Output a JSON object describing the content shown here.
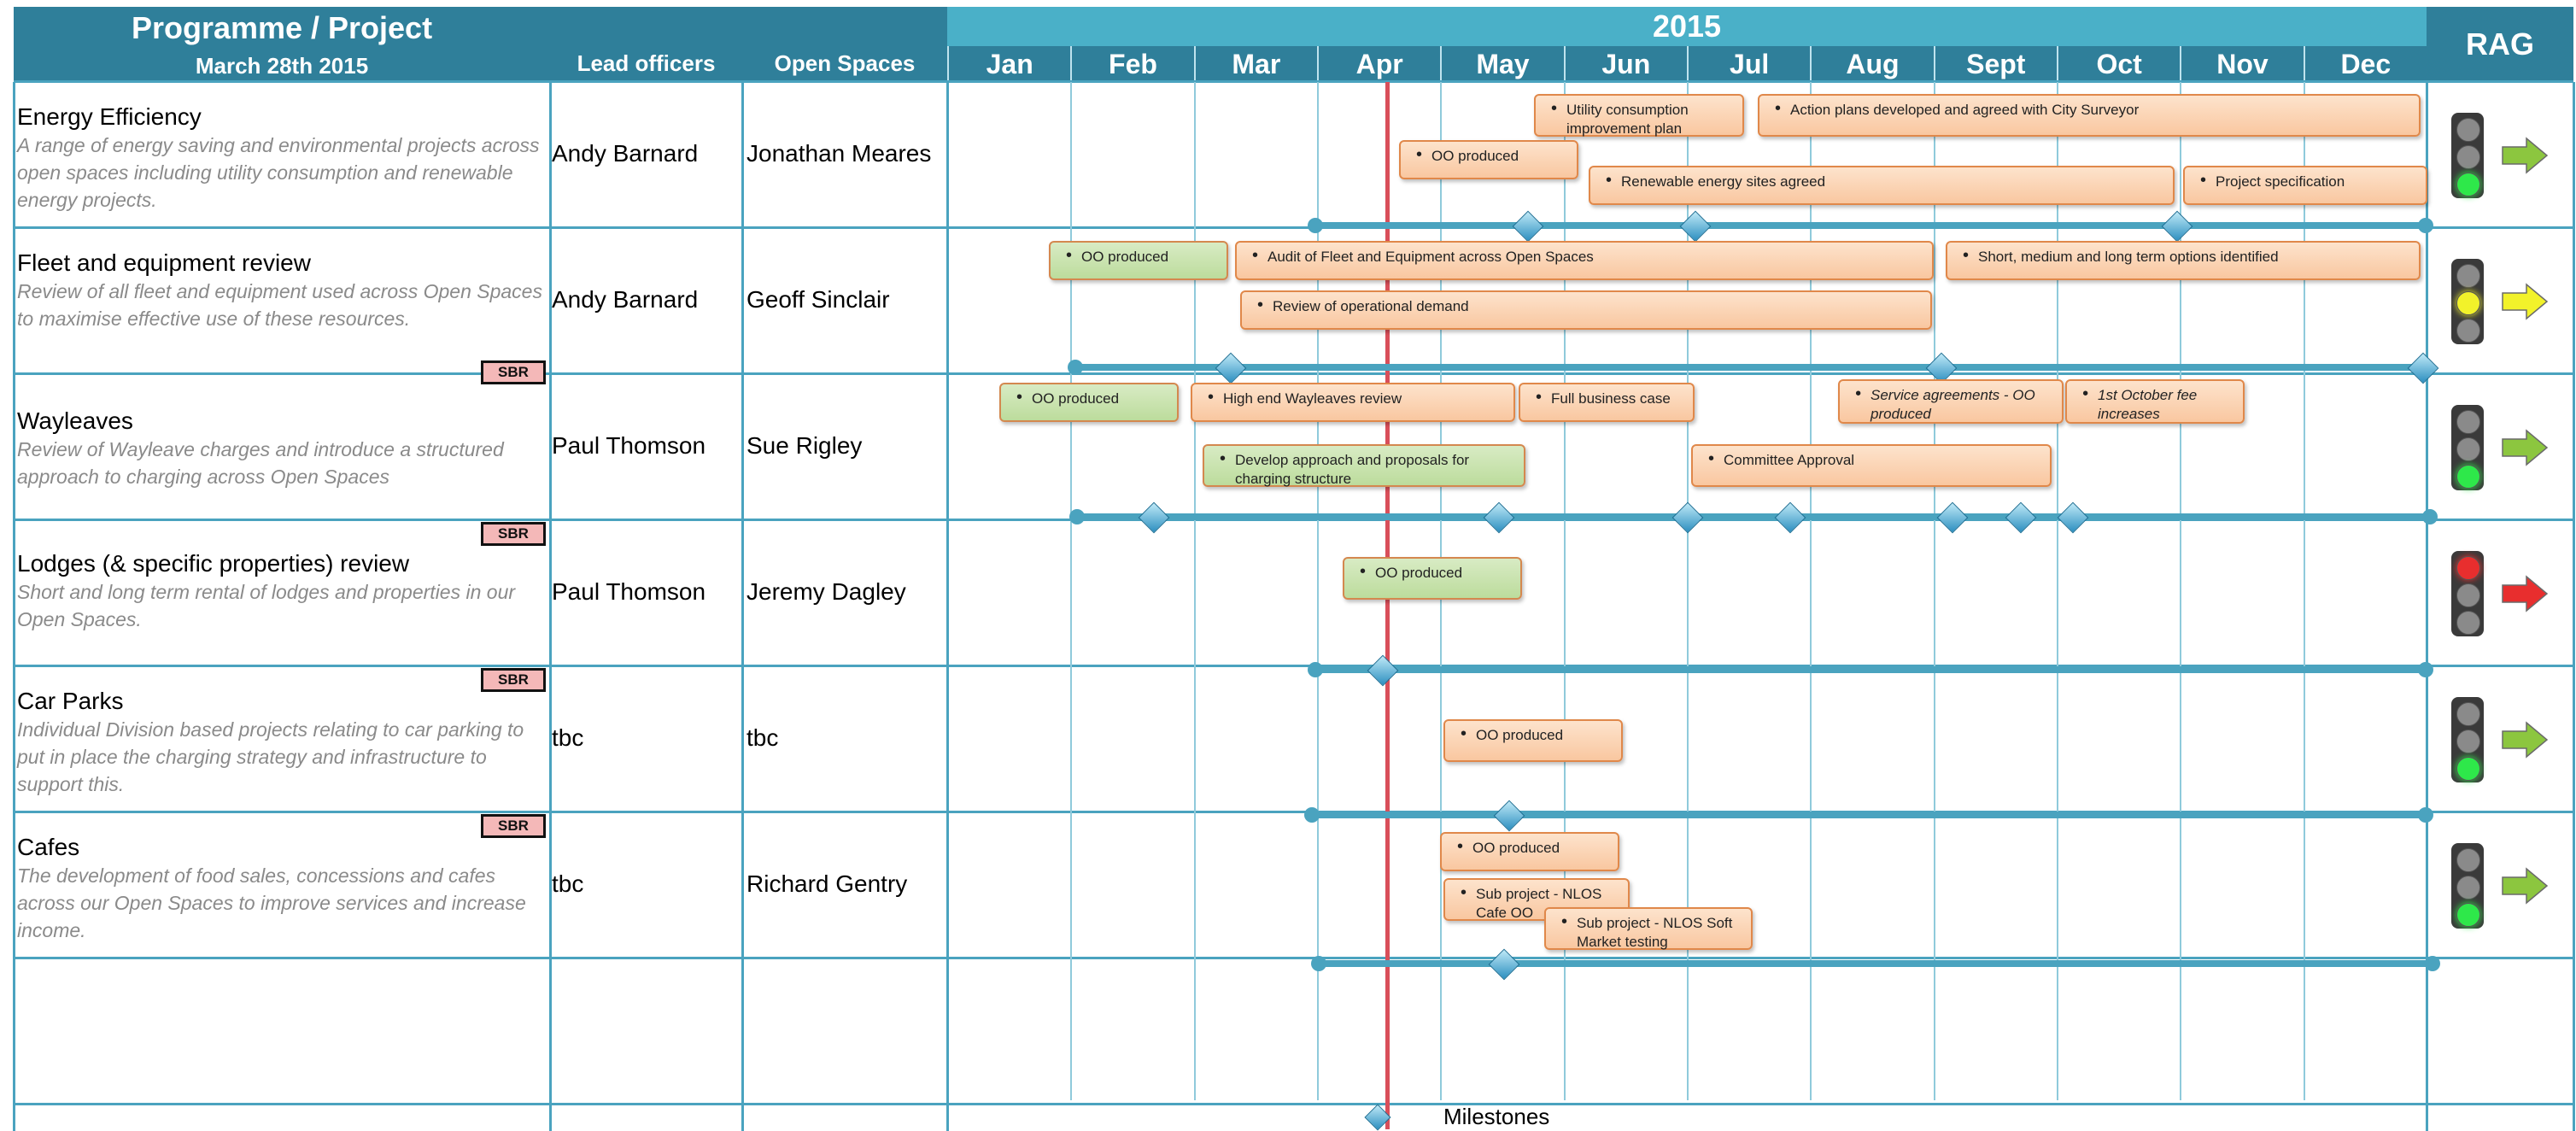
{
  "header": {
    "programme_title": "Programme / Project",
    "date_label": "March 28th 2015",
    "lead_officers_label": "Lead officers",
    "open_spaces_label": "Open Spaces",
    "year": "2015",
    "rag_label": "RAG",
    "months": [
      "Jan",
      "Feb",
      "Mar",
      "Apr",
      "May",
      "Jun",
      "Jul",
      "Aug",
      "Sept",
      "Oct",
      "Nov",
      "Dec"
    ]
  },
  "projects": [
    {
      "title": "Energy Efficiency",
      "description": "A range of energy saving and environmental projects across open spaces including utility consumption and renewable energy projects.",
      "lead_officer": "Andy Barnard",
      "open_spaces": "Jonathan Meares",
      "sbr": "",
      "rag": "green",
      "tasks": [
        {
          "label": "Utility consumption improvement plan",
          "color": "orange"
        },
        {
          "label": "Action plans developed and agreed with City Surveyor",
          "color": "orange"
        },
        {
          "label": "OO produced",
          "color": "orange"
        },
        {
          "label": "Renewable energy sites agreed",
          "color": "orange"
        },
        {
          "label": "Project specification",
          "color": "orange"
        }
      ]
    },
    {
      "title": "Fleet and equipment review",
      "description": "Review of all fleet and equipment used across Open Spaces to maximise effective use of these resources.",
      "lead_officer": "Andy Barnard",
      "open_spaces": "Geoff Sinclair",
      "sbr": "",
      "rag": "amber",
      "tasks": [
        {
          "label": "OO produced",
          "color": "green"
        },
        {
          "label": "Audit of Fleet and Equipment across Open Spaces",
          "color": "orange"
        },
        {
          "label": "Short, medium and long term options identified",
          "color": "orange"
        },
        {
          "label": "Review of operational demand",
          "color": "orange"
        }
      ]
    },
    {
      "title": "Wayleaves",
      "description": "Review of Wayleave charges and introduce a structured approach to charging across Open Spaces",
      "lead_officer": "Paul Thomson",
      "open_spaces": "Sue Rigley",
      "sbr": "SBR",
      "rag": "green",
      "tasks": [
        {
          "label": "OO produced",
          "color": "green"
        },
        {
          "label": "High end Wayleaves review",
          "color": "orange"
        },
        {
          "label": "Full business case",
          "color": "orange"
        },
        {
          "label": "Service agreements - OO produced",
          "color": "orange"
        },
        {
          "label": "1st October fee increases",
          "color": "orange"
        },
        {
          "label": "Develop approach and proposals for charging structure",
          "color": "green"
        },
        {
          "label": "Committee Approval",
          "color": "orange"
        }
      ]
    },
    {
      "title": "Lodges (& specific properties) review",
      "description": "Short and long term rental of lodges and properties in our Open Spaces.",
      "lead_officer": "Paul Thomson",
      "open_spaces": "Jeremy Dagley",
      "sbr": "SBR",
      "rag": "red",
      "tasks": [
        {
          "label": "OO produced",
          "color": "green"
        }
      ]
    },
    {
      "title": "Car Parks",
      "description": "Individual Division based projects relating to car parking to put in place the charging strategy and infrastructure to support this.",
      "lead_officer": "tbc",
      "open_spaces": "tbc",
      "sbr": "SBR",
      "rag": "green",
      "tasks": [
        {
          "label": "OO produced",
          "color": "orange"
        }
      ]
    },
    {
      "title": "Cafes",
      "description": "The development of food sales, concessions and cafes across our Open Spaces to improve services and increase income.",
      "lead_officer": "tbc",
      "open_spaces": "Richard Gentry",
      "sbr": "SBR",
      "rag": "green",
      "tasks": [
        {
          "label": "OO produced",
          "color": "orange"
        },
        {
          "label": "Sub project - NLOS Cafe OO",
          "color": "orange"
        },
        {
          "label": "Sub project - NLOS Soft Market testing",
          "color": "orange"
        }
      ]
    }
  ],
  "legend": {
    "milestones_label": "Milestones"
  },
  "colors": {
    "header_dark": "#2f7f9a",
    "header_light": "#4ab0c8",
    "grid": "#4aa3bf",
    "today_line": "#d94f5a",
    "task_orange": "#f9c7a0",
    "task_green": "#bcdc9c",
    "rag_green": "#2ee84a",
    "rag_amber": "#f2f22a",
    "rag_red": "#e82e2e"
  }
}
